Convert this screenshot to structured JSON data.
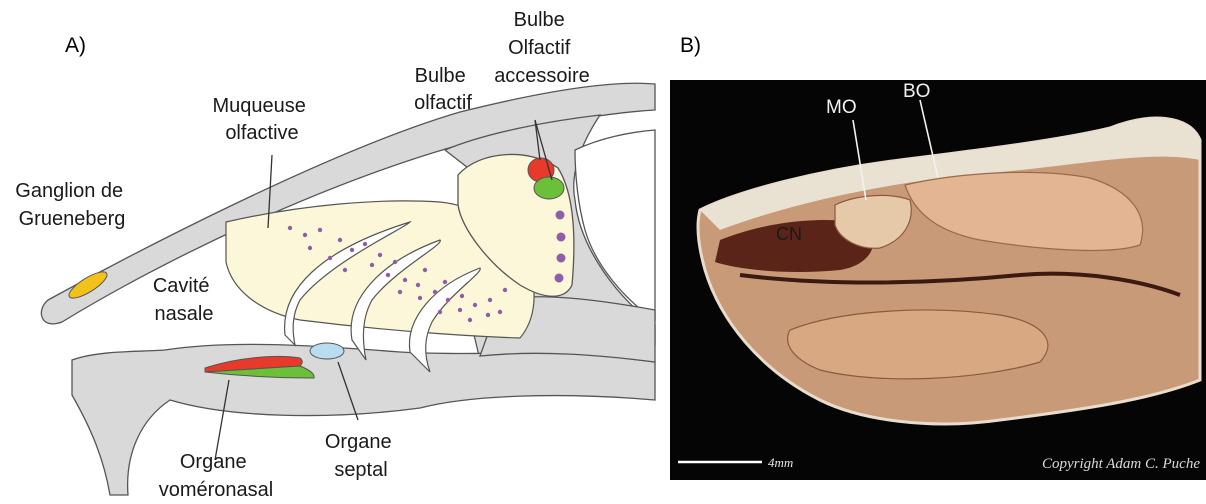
{
  "panels": {
    "a_label": "A)",
    "b_label": "B)"
  },
  "diagram": {
    "labels": {
      "bulbe_olfactif_accessoire": [
        "Bulbe",
        "Olfactif",
        "accessoire"
      ],
      "bulbe_olfactif": [
        "Bulbe",
        "olfactif"
      ],
      "muqueuse_olfactive": [
        "Muqueuse",
        "olfactive"
      ],
      "ganglion_grueneberg": [
        "Ganglion de",
        "Grueneberg"
      ],
      "cavite_nasale": [
        "Cavité",
        "nasale"
      ],
      "organe_vomeronasal": [
        "Organe",
        "voméronasal"
      ],
      "organe_septal": [
        "Organe",
        "septal"
      ]
    },
    "colors": {
      "bone": "#d9d9d9",
      "mucosa": "#fbf7d8",
      "bulb": "#fbf7d8",
      "red_organ": "#e8392b",
      "green_organ": "#6cbf3a",
      "ganglion": "#f2c21b",
      "septal": "#b8dcf0",
      "neuron_dots": "#8e5fa8"
    }
  },
  "photo": {
    "labels": {
      "mo": "MO",
      "bo": "BO",
      "cn": "CN"
    },
    "scale_bar": "4mm",
    "copyright": "Copyright Adam C. Puche"
  }
}
